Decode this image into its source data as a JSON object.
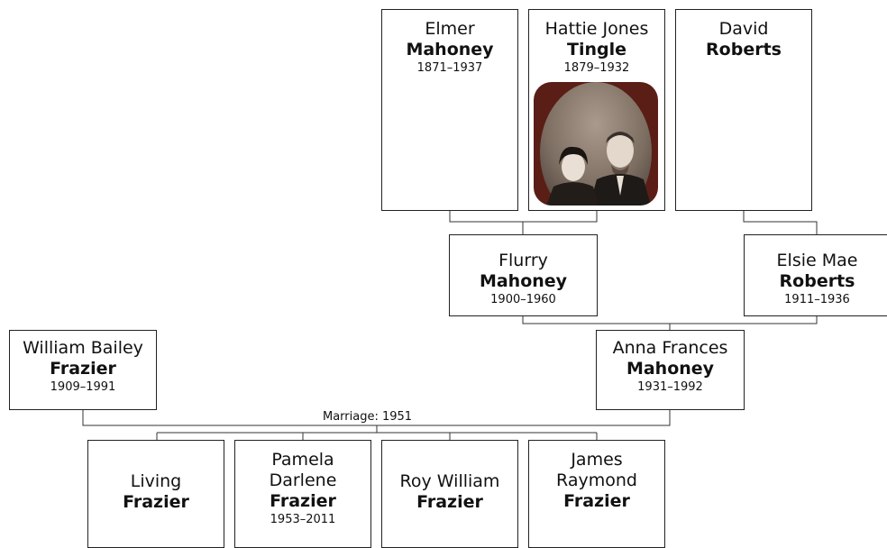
{
  "people": {
    "elmer": {
      "given": "Elmer",
      "surname": "Mahoney",
      "dates": "1871–1937"
    },
    "hattie": {
      "given": "Hattie Jones",
      "surname": "Tingle",
      "dates": "1879–1932"
    },
    "david": {
      "given": "David",
      "surname": "Roberts"
    },
    "flurry": {
      "given": "Flurry",
      "surname": "Mahoney",
      "dates": "1900–1960"
    },
    "elsie": {
      "given": "Elsie Mae",
      "surname": "Roberts",
      "dates": "1911–1936"
    },
    "william": {
      "given": "William Bailey",
      "surname": "Frazier",
      "dates": "1909–1991"
    },
    "anna": {
      "given": "Anna Frances",
      "surname": "Mahoney",
      "dates": "1931–1992"
    },
    "living": {
      "given": "Living",
      "surname": "Frazier"
    },
    "pamela": {
      "given": "Pamela Darlene",
      "surname": "Frazier",
      "dates": "1953–2011"
    },
    "roy": {
      "given": "Roy William",
      "surname": "Frazier"
    },
    "james": {
      "given": "James Raymond",
      "surname": "Frazier"
    }
  },
  "marriage_label": "Marriage: 1951",
  "photo": {
    "subject": "couple-portrait-photo"
  }
}
